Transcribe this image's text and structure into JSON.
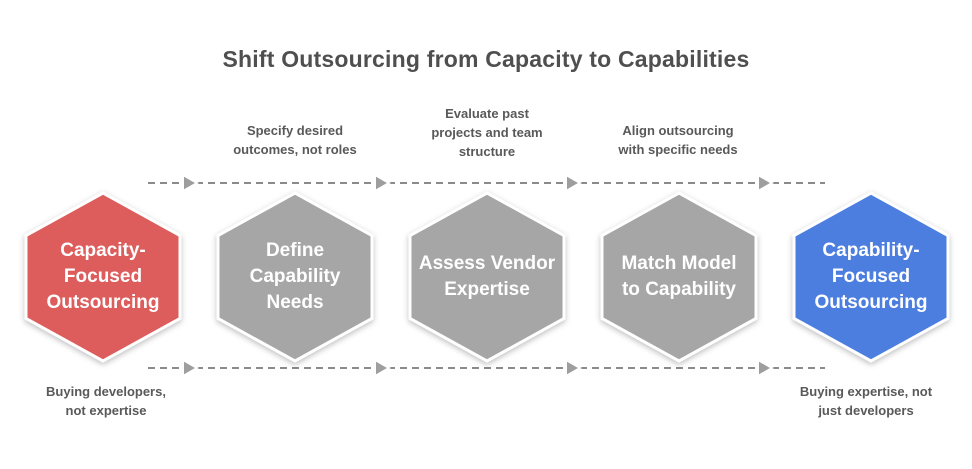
{
  "title": "Shift Outsourcing from Capacity to Capabilities",
  "colors": {
    "background": "#FFFFFF",
    "title_text": "#4F4F4F",
    "annotation_text": "#595959",
    "hexagon_text": "#FFFFFF",
    "hexagon_red": "#DD5C5C",
    "hexagon_gray": "#A6A6A6",
    "hexagon_blue": "#4C7EE0",
    "dashed_line": "#8A8A8A",
    "arrowhead": "#9E9E9E"
  },
  "hexagons": [
    {
      "label": "Capacity-\nFocused\nOutsourcing",
      "color": "#DD5C5C"
    },
    {
      "label": "Define\nCapability\nNeeds",
      "color": "#A6A6A6"
    },
    {
      "label": "Assess Vendor\nExpertise",
      "color": "#A6A6A6"
    },
    {
      "label": "Match Model\nto Capability",
      "color": "#A6A6A6"
    },
    {
      "label": "Capability-\nFocused\nOutsourcing",
      "color": "#4C7EE0"
    }
  ],
  "top_annotations": [
    {
      "text": "Specify desired\noutcomes, not roles"
    },
    {
      "text": "Evaluate past\nprojects and team\nstructure"
    },
    {
      "text": "Align outsourcing\nwith specific needs"
    }
  ],
  "bottom_annotations": [
    {
      "text": "Buying developers,\nnot expertise"
    },
    {
      "text": "Buying expertise, not\njust developers"
    }
  ]
}
